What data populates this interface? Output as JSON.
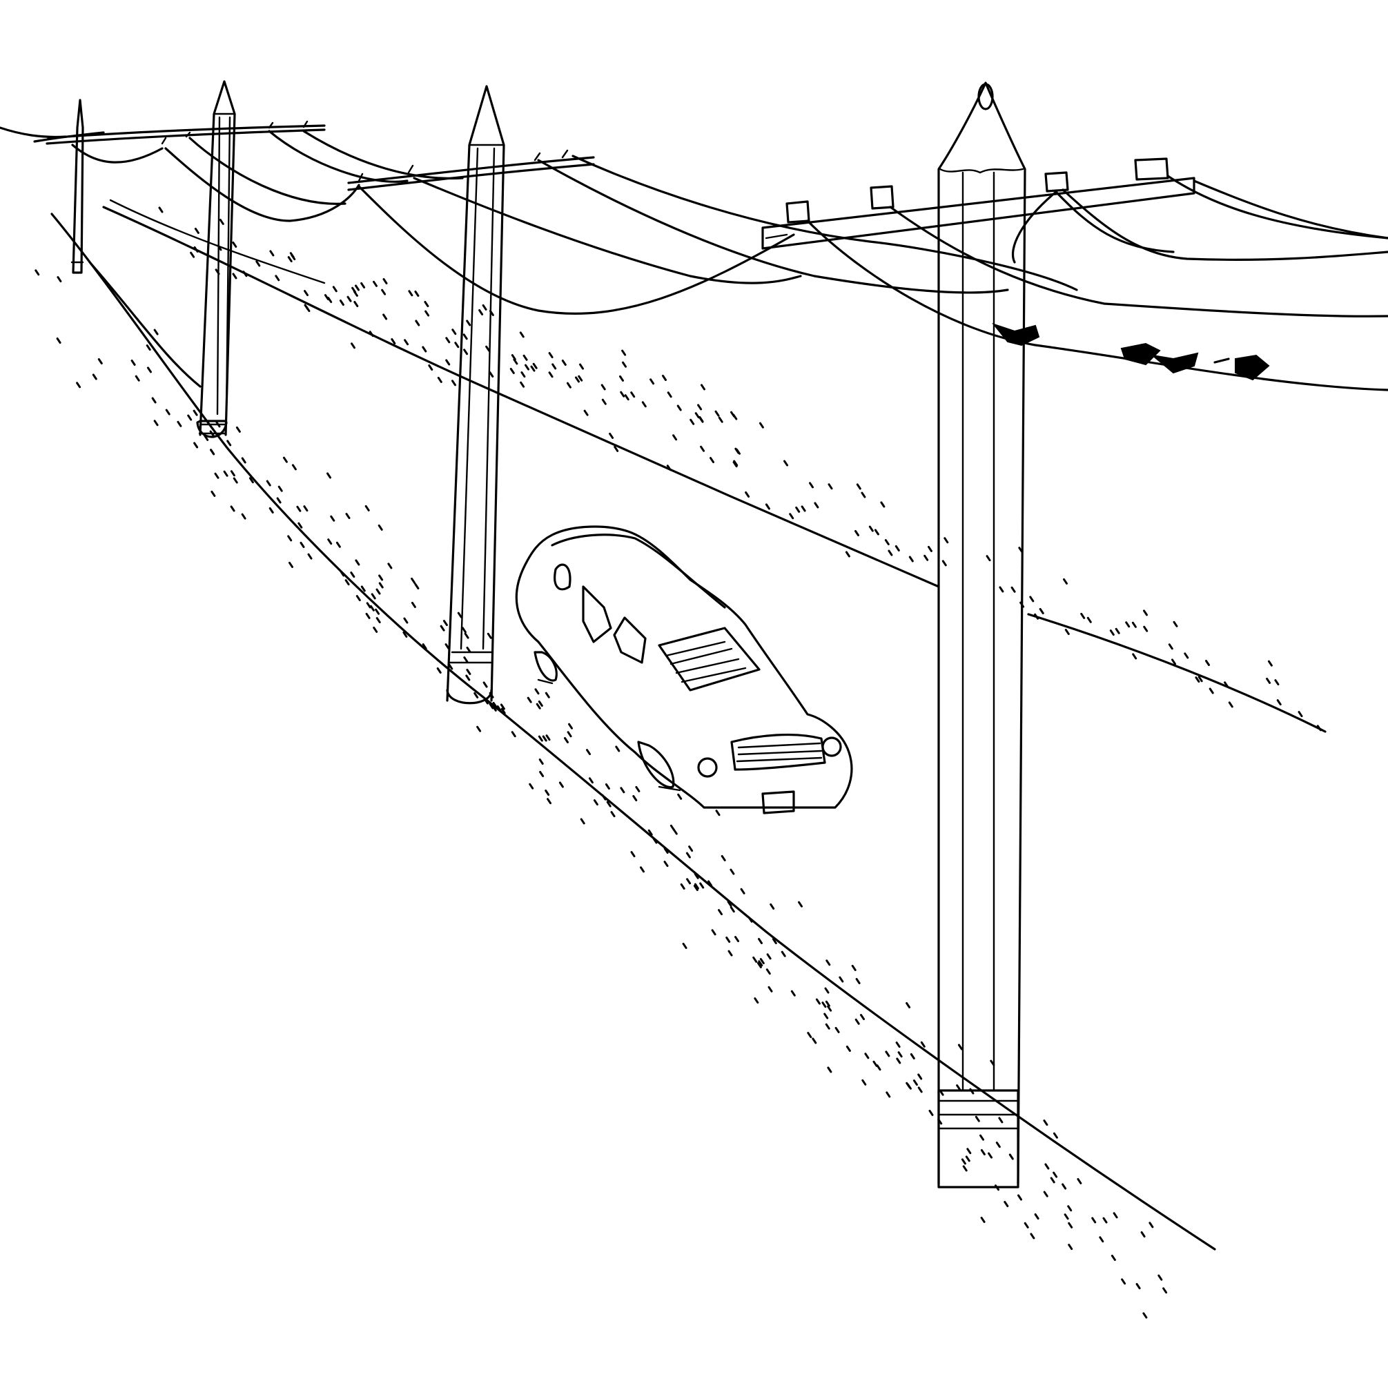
{
  "illustration": {
    "subject": "",
    "palette": {
      "ink": "#000000",
      "paper": "#ffffff"
    },
    "poles": [
      "pencil-pole",
      "pencil-pole",
      "pencil-pole",
      "pencil-pole"
    ],
    "vehicles": [
      "car"
    ],
    "birds_on_wire": 5
  }
}
